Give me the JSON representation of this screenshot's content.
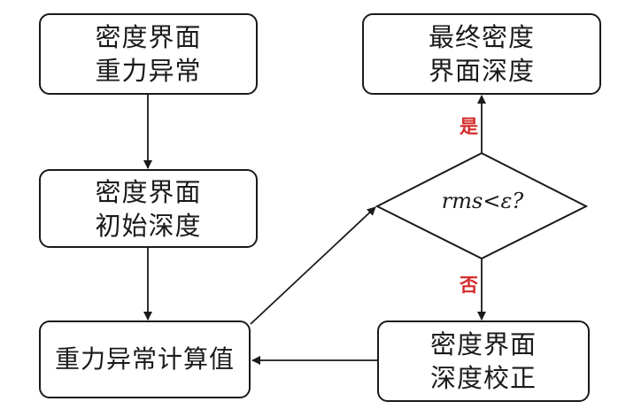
{
  "nodes": {
    "gravity_anomaly": {
      "line1": "密度界面",
      "line2": "重力异常"
    },
    "initial_depth": {
      "line1": "密度界面",
      "line2": "初始深度"
    },
    "computed_gravity": {
      "line1": "重力异常计算值"
    },
    "decision": {
      "text": "rms<ε?"
    },
    "final_depth": {
      "line1": "最终密度",
      "line2": "界面深度"
    },
    "depth_correction": {
      "line1": "密度界面",
      "line2": "深度校正"
    }
  },
  "edge_labels": {
    "yes": "是",
    "no": "否"
  },
  "colors": {
    "stroke": "#1a1a1a",
    "label_red": "#d42a2a"
  }
}
